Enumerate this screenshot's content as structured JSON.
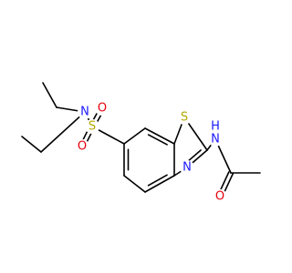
{
  "molecule": {
    "atoms": {
      "sulfonyl_s": "S",
      "sulfonyl_o_top": "O",
      "sulfonyl_o_bottom": "O",
      "amine_n": "N",
      "thiazole_s": "S",
      "thiazole_n": "N",
      "amide_n": "N",
      "amide_h": "H",
      "carbonyl_o": "O"
    },
    "colors": {
      "bond": "#000000",
      "sulfur": "#b5a800",
      "oxygen": "#e8000b",
      "nitrogen": "#1a1aff"
    }
  }
}
